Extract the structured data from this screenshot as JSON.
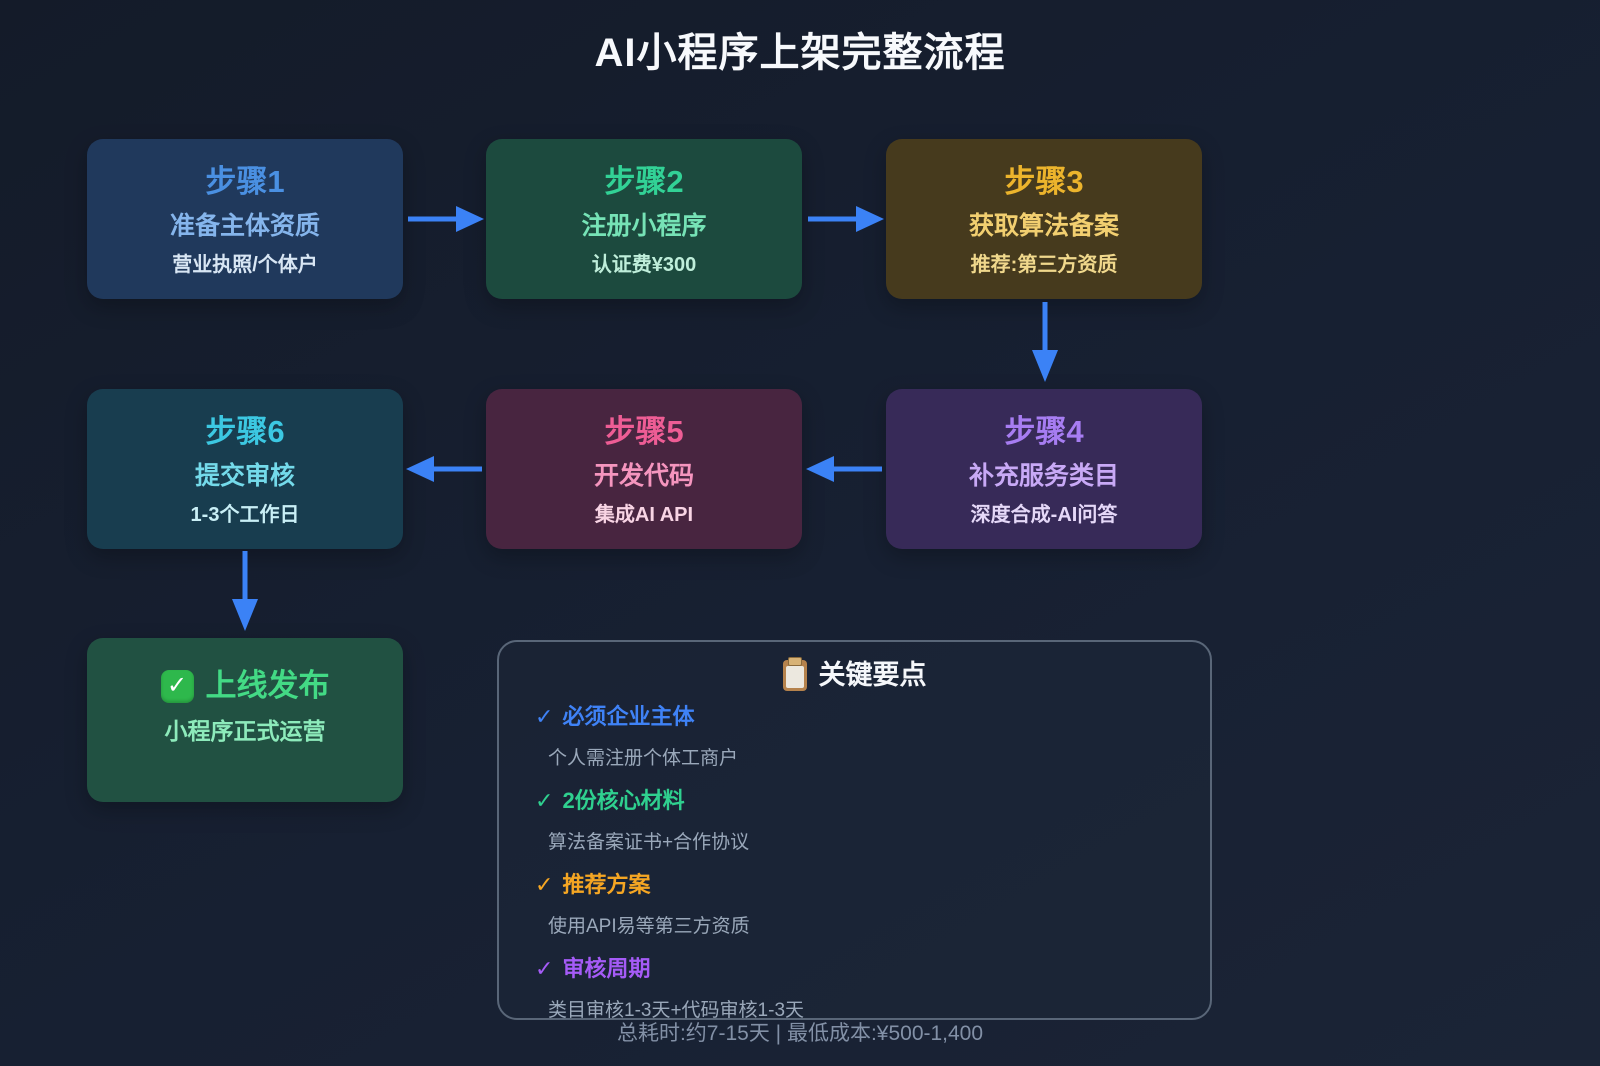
{
  "title": "AI小程序上架完整流程",
  "arrow_color": "#3b82f6",
  "steps": [
    {
      "label": "步骤1",
      "name": "准备主体资质",
      "detail": "营业执照/个体户",
      "bg": "#20395c",
      "accent": "#4a90e2",
      "name_color": "#85b5ec",
      "detail_color": "#d8e6f4"
    },
    {
      "label": "步骤2",
      "name": "注册小程序",
      "detail": "认证费¥300",
      "bg": "#1c4a3e",
      "accent": "#32d296",
      "name_color": "#76e3b6",
      "detail_color": "#bfeeda"
    },
    {
      "label": "步骤3",
      "name": "获取算法备案",
      "detail": "推荐:第三方资质",
      "bg": "#463a1d",
      "accent": "#ecb42c",
      "name_color": "#f2cf70",
      "detail_color": "#f0d88c"
    },
    {
      "label": "步骤4",
      "name": "补充服务类目",
      "detail": "深度合成-AI问答",
      "bg": "#372a58",
      "accent": "#a77df2",
      "name_color": "#c8a9f6",
      "detail_color": "#e5d8f8"
    },
    {
      "label": "步骤5",
      "name": "开发代码",
      "detail": "集成AI API",
      "bg": "#482540",
      "accent": "#ee5d95",
      "name_color": "#f595be",
      "detail_color": "#f8d4e4"
    },
    {
      "label": "步骤6",
      "name": "提交审核",
      "detail": "1-3个工作日",
      "bg": "#183d4f",
      "accent": "#3cc8e2",
      "name_color": "#74daea",
      "detail_color": "#c9eff6"
    }
  ],
  "final_step": {
    "check_glyph": "✓",
    "check_bg": "#2eb84c",
    "label": "上线发布",
    "detail": "小程序正式运营",
    "bg": "#215142",
    "accent": "#43da85",
    "detail_color": "#8debbb"
  },
  "key_points": {
    "title": "关键要点",
    "check_glyph": "✓",
    "desc_color": "#9aa8ba",
    "items": [
      {
        "title": "必须企业主体",
        "desc": "个人需注册个体工商户",
        "color": "#3f82f6"
      },
      {
        "title": "2份核心材料",
        "desc": "算法备案证书+合作协议",
        "color": "#2fd08f"
      },
      {
        "title": "推荐方案",
        "desc": "使用API易等第三方资质",
        "color": "#f5a623"
      },
      {
        "title": "审核周期",
        "desc": "类目审核1-3天+代码审核1-3天",
        "color": "#a55bf7"
      }
    ]
  },
  "footer": "总耗时:约7-15天 | 最低成本:¥500-1,400"
}
